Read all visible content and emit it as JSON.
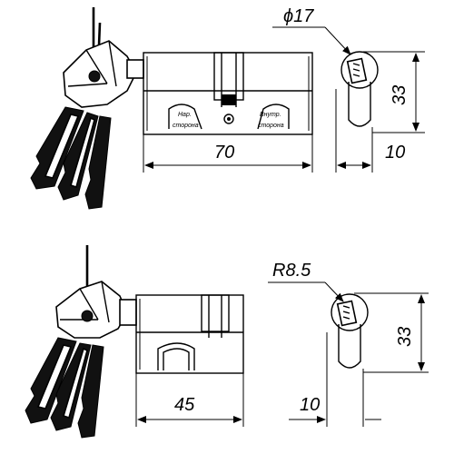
{
  "top_view": {
    "diameter_label": "ϕ17",
    "length_label": "70",
    "height_label": "33",
    "offset_label": "10",
    "left_face_line1": "Нар.",
    "left_face_line2": "сторона",
    "right_face_line1": "Внутр.",
    "right_face_line2": "сторона"
  },
  "bottom_view": {
    "radius_label": "R8.5",
    "length_label": "45",
    "height_label": "33",
    "offset_label": "10"
  }
}
